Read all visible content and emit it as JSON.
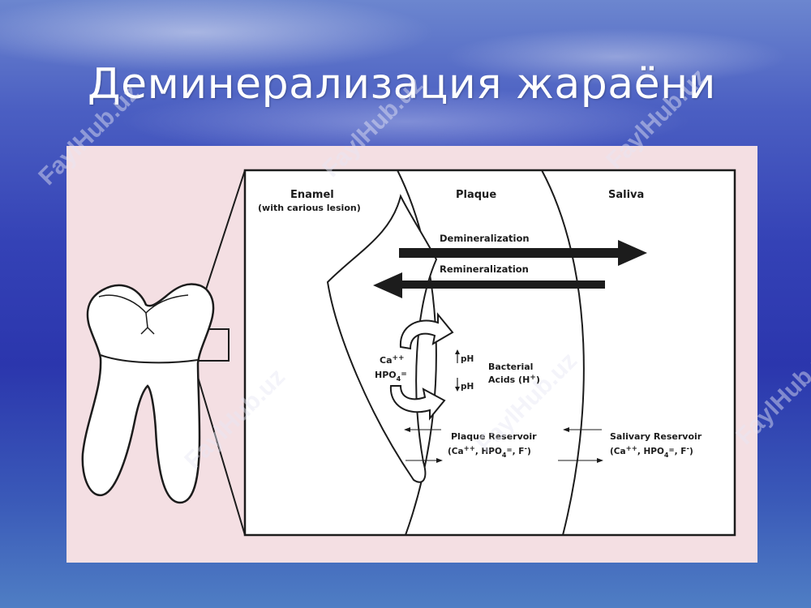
{
  "title": "Деминерализация жараёни",
  "diagram": {
    "col_enamel": "Enamel",
    "col_enamel_sub": "(with carious lesion)",
    "col_plaque": "Plaque",
    "col_saliva": "Saliva",
    "demineralization": "Demineralization",
    "remineralization": "Remineralization",
    "ca": "Ca",
    "ca_charge": "++",
    "hpo": "HPO",
    "hpo_sub": "4",
    "hpo_charge": "=",
    "ph_up": "pH",
    "ph_down": "pH",
    "bacterial": "Bacterial",
    "acids": "Acids (H",
    "acids_charge": "+",
    "acids_close": ")",
    "plaque_reservoir": "Plaque Reservoir",
    "plaque_reservoir_items_a": "(Ca",
    "plaque_reservoir_items_b": "++",
    "plaque_reservoir_items_c": ", HPO",
    "plaque_reservoir_items_d": "4",
    "plaque_reservoir_items_e": "=",
    "plaque_reservoir_items_f": ", F",
    "plaque_reservoir_items_g": "-",
    "plaque_reservoir_items_h": ")",
    "salivary_reservoir": "Salivary Reservoir",
    "salivary_reservoir_items_a": "(Ca",
    "salivary_reservoir_items_b": "++",
    "salivary_reservoir_items_c": ", HPO",
    "salivary_reservoir_items_d": "4",
    "salivary_reservoir_items_e": "=",
    "salivary_reservoir_items_f": ", F",
    "salivary_reservoir_items_g": "-",
    "salivary_reservoir_items_h": ")"
  },
  "watermark": "FaylHub.uz",
  "colors": {
    "title": "#ffffff",
    "panel_bg": "#f4dfe3",
    "ink": "#1c1c1c"
  }
}
